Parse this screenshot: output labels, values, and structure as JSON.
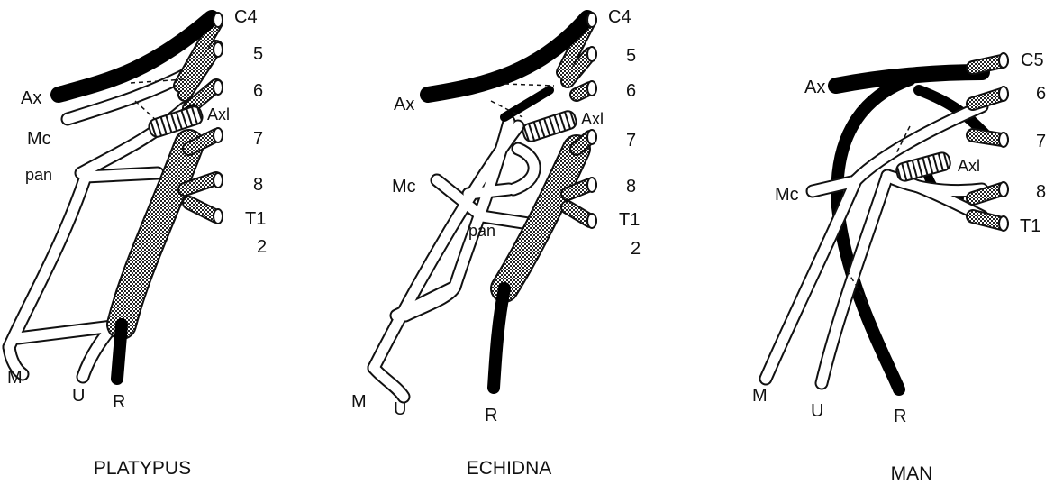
{
  "figure": {
    "panels": [
      {
        "caption": "PLATYPUS",
        "labels": {
          "ax": "Ax",
          "mc": "Mc",
          "pan": "pan",
          "axl": "Axl",
          "m": "M",
          "u": "U",
          "r": "R",
          "roots": [
            "C4",
            "5",
            "6",
            "7",
            "8",
            "T1",
            "2"
          ]
        }
      },
      {
        "caption": "ECHIDNA",
        "labels": {
          "ax": "Ax",
          "mc": "Mc",
          "pan": "pan",
          "axl": "Axl",
          "m": "M",
          "u": "U",
          "r": "R",
          "roots": [
            "C4",
            "5",
            "6",
            "7",
            "8",
            "T1",
            "2"
          ]
        }
      },
      {
        "caption": "MAN",
        "labels": {
          "ax": "Ax",
          "mc": "Mc",
          "axl": "Axl",
          "m": "M",
          "u": "U",
          "r": "R",
          "roots": [
            "C5",
            "6",
            "7",
            "8",
            "T1"
          ]
        }
      }
    ]
  }
}
